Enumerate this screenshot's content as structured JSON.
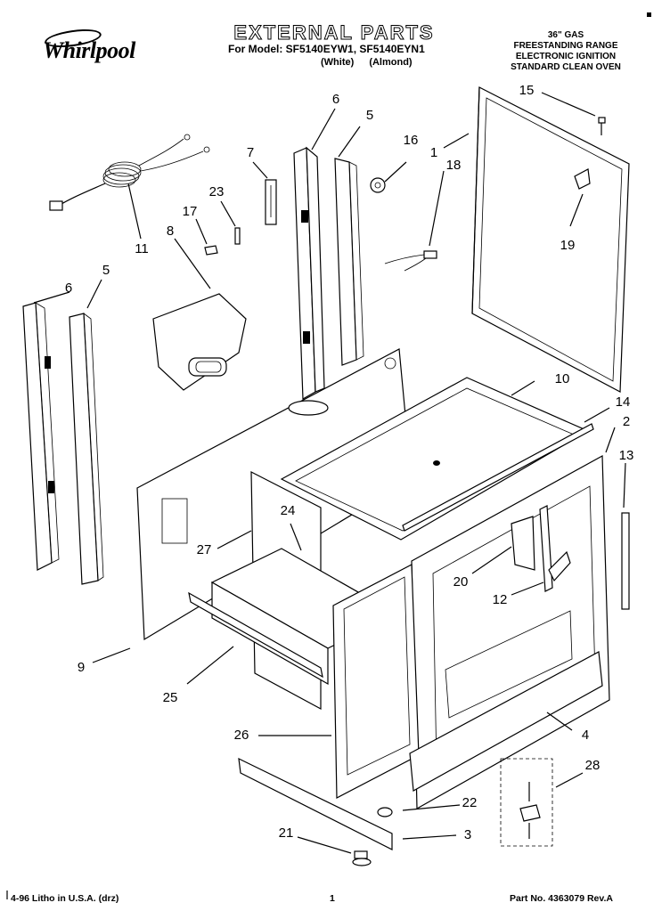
{
  "header": {
    "title": "EXTERNAL PARTS",
    "model_line": "For Model: SF5140EYW1, SF5140EYN1",
    "variants": [
      "(White)",
      "(Almond)"
    ],
    "brand": "Whirlpool",
    "spec_lines": [
      "36\" GAS",
      "FREESTANDING RANGE",
      "ELECTRONIC IGNITION",
      "STANDARD CLEAN OVEN"
    ]
  },
  "callouts": {
    "c1": "1",
    "c2": "2",
    "c3": "3",
    "c4": "4",
    "c5a": "5",
    "c5b": "5",
    "c6a": "6",
    "c6b": "6",
    "c7": "7",
    "c8": "8",
    "c9": "9",
    "c10": "10",
    "c11": "11",
    "c12": "12",
    "c13": "13",
    "c14": "14",
    "c15": "15",
    "c16": "16",
    "c17": "17",
    "c18": "18",
    "c19": "19",
    "c20": "20",
    "c21": "21",
    "c22": "22",
    "c23": "23",
    "c24": "24",
    "c25": "25",
    "c26": "26",
    "c27": "27",
    "c28": "28"
  },
  "footer": {
    "left": "4-96 Litho in U.S.A. (drz)",
    "page": "1",
    "part": "Part No. 4363079 Rev.A"
  }
}
